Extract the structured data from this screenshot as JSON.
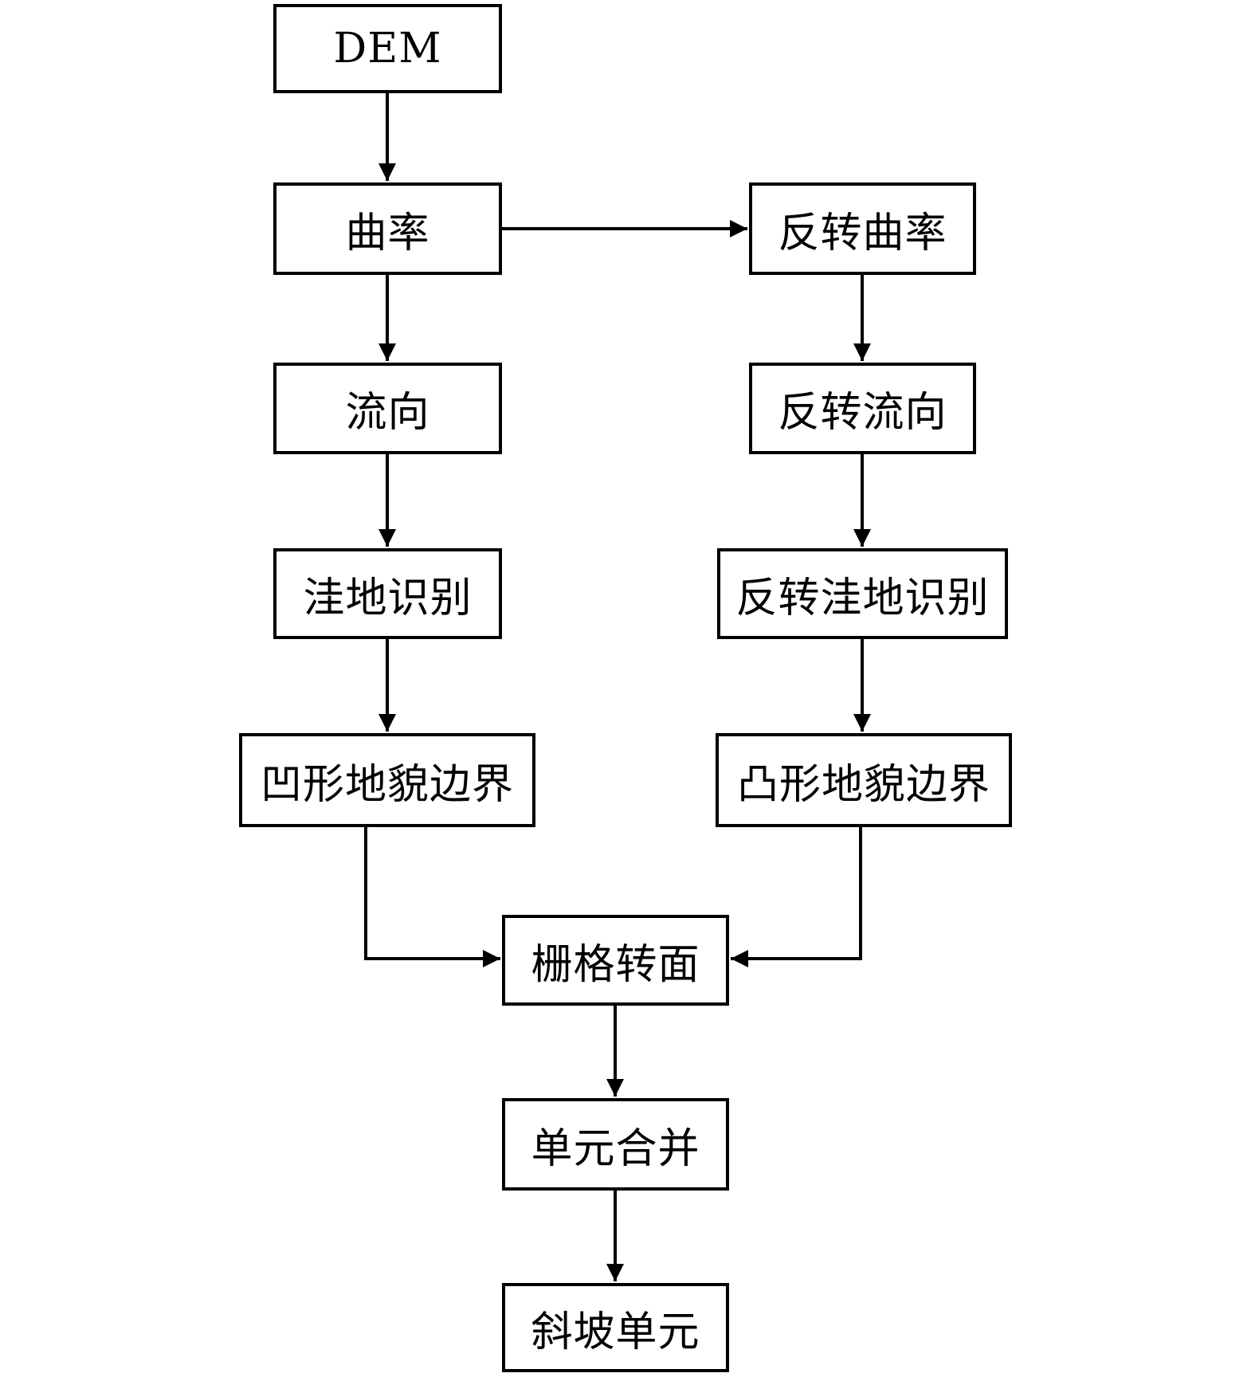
{
  "diagram": {
    "type": "flowchart",
    "background_color": "#ffffff",
    "line_color": "#000000",
    "nodes": [
      {
        "id": "dem",
        "label": "DEM"
      },
      {
        "id": "curvature",
        "label": "曲率"
      },
      {
        "id": "inverted-curvature",
        "label": "反转曲率"
      },
      {
        "id": "flow-direction",
        "label": "流向"
      },
      {
        "id": "inverted-flow-direction",
        "label": "反转流向"
      },
      {
        "id": "depression-identification",
        "label": "洼地识别"
      },
      {
        "id": "inverted-depression-identification",
        "label": "反转洼地识别"
      },
      {
        "id": "concave-landform-boundary",
        "label": "凹形地貌边界"
      },
      {
        "id": "convex-landform-boundary",
        "label": "凸形地貌边界"
      },
      {
        "id": "raster-to-polygon",
        "label": "栅格转面"
      },
      {
        "id": "unit-merging",
        "label": "单元合并"
      },
      {
        "id": "slope-unit",
        "label": "斜坡单元"
      }
    ],
    "edges": [
      {
        "from": "dem",
        "to": "curvature"
      },
      {
        "from": "curvature",
        "to": "inverted-curvature"
      },
      {
        "from": "curvature",
        "to": "flow-direction"
      },
      {
        "from": "inverted-curvature",
        "to": "inverted-flow-direction"
      },
      {
        "from": "flow-direction",
        "to": "depression-identification"
      },
      {
        "from": "inverted-flow-direction",
        "to": "inverted-depression-identification"
      },
      {
        "from": "depression-identification",
        "to": "concave-landform-boundary"
      },
      {
        "from": "inverted-depression-identification",
        "to": "convex-landform-boundary"
      },
      {
        "from": "concave-landform-boundary",
        "to": "raster-to-polygon"
      },
      {
        "from": "convex-landform-boundary",
        "to": "raster-to-polygon"
      },
      {
        "from": "raster-to-polygon",
        "to": "unit-merging"
      },
      {
        "from": "unit-merging",
        "to": "slope-unit"
      }
    ]
  }
}
